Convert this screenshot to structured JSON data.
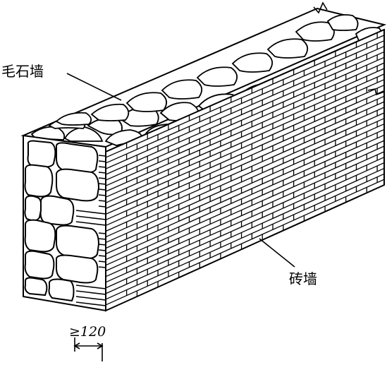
{
  "labels": {
    "rubble_wall": "毛石墙",
    "brick_wall": "砖墙",
    "dimension": "≥120"
  },
  "colors": {
    "line": "#000000",
    "background": "#ffffff"
  }
}
